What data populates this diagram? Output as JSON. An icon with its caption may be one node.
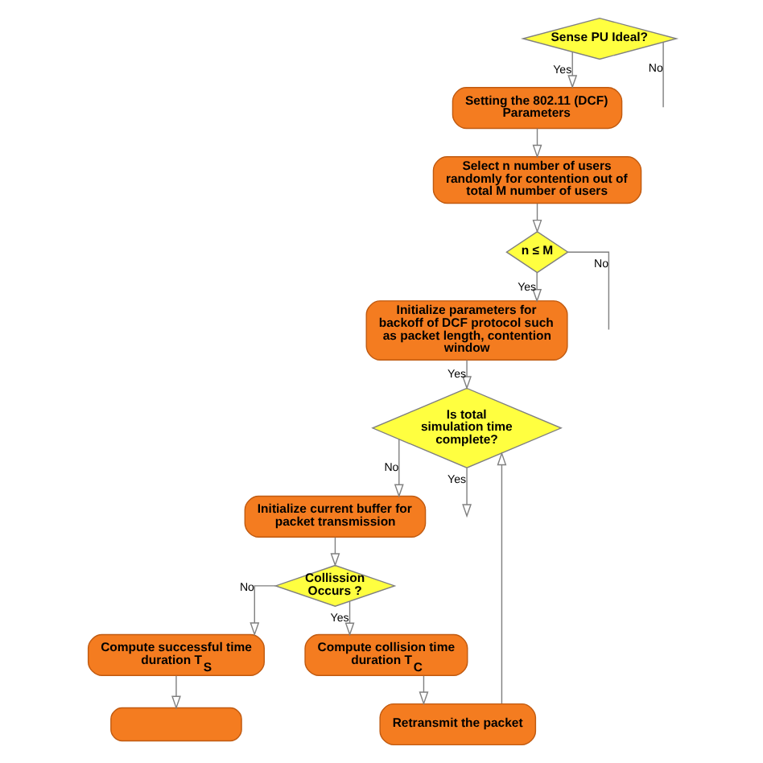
{
  "diagram": {
    "nodes": [
      {
        "text": [
          "Sense PU Ideal?"
        ]
      },
      {
        "text": [
          "Setting the 802.11 (DCF) Parameters"
        ]
      },
      {
        "text": [
          "Select n number of users randomly for contention out of total M number of users"
        ]
      },
      {
        "text": [
          "n ≤ M"
        ]
      },
      {
        "text": [
          "Initialize parameters for backoff of DCF protocol such as packet length, contention window"
        ]
      },
      {
        "text": [
          "Is total simulation time complete?"
        ]
      },
      {
        "text": [
          "Initialize current buffer for packet transmission"
        ]
      },
      {
        "text": [
          "Collission Occurs ?"
        ]
      },
      {
        "text": [
          "Compute successful time duration T$_{S}$"
        ]
      },
      {
        "text": [
          "Compute collision time duration T$_{C}$"
        ]
      },
      {
        "text": [
          "Retransmit the packet"
        ]
      },
      {
        "text": [],
        "shape": "box"
      }
    ],
    "edges": [
      {
        "from": 0,
        "to": null,
        "arrow": "none",
        "label": "No"
      },
      {
        "from": 0,
        "to": 1,
        "arrow": "to",
        "label": "Yes"
      },
      {
        "from": 1,
        "to": 2,
        "arrow": "to"
      },
      {
        "from": 2,
        "to": 3,
        "arrow": "to"
      },
      {
        "from": 3,
        "to": null,
        "arrow": "none",
        "label": "No"
      },
      {
        "from": 3,
        "to": 4,
        "arrow": "to",
        "label": "Yes"
      },
      {
        "from": 4,
        "to": 5,
        "arrow": "to",
        "label": "Yes"
      },
      {
        "from": 5,
        "to": null,
        "arrow": "to",
        "label": "Yes"
      },
      {
        "from": 5,
        "to": 6,
        "arrow": "to",
        "label": "No"
      },
      {
        "from": 6,
        "to": 7,
        "arrow": "to"
      },
      {
        "from": 7,
        "to": 8,
        "arrow": "to",
        "label": "No"
      },
      {
        "from": 7,
        "to": 9,
        "arrow": "to",
        "label": "Yes"
      },
      {
        "from": 9,
        "to": 10,
        "arrow": "to"
      },
      {
        "from": 10,
        "to": 5,
        "arrow": "to"
      },
      {
        "from": 8,
        "to": 11,
        "arrow": "to"
      }
    ]
  }
}
